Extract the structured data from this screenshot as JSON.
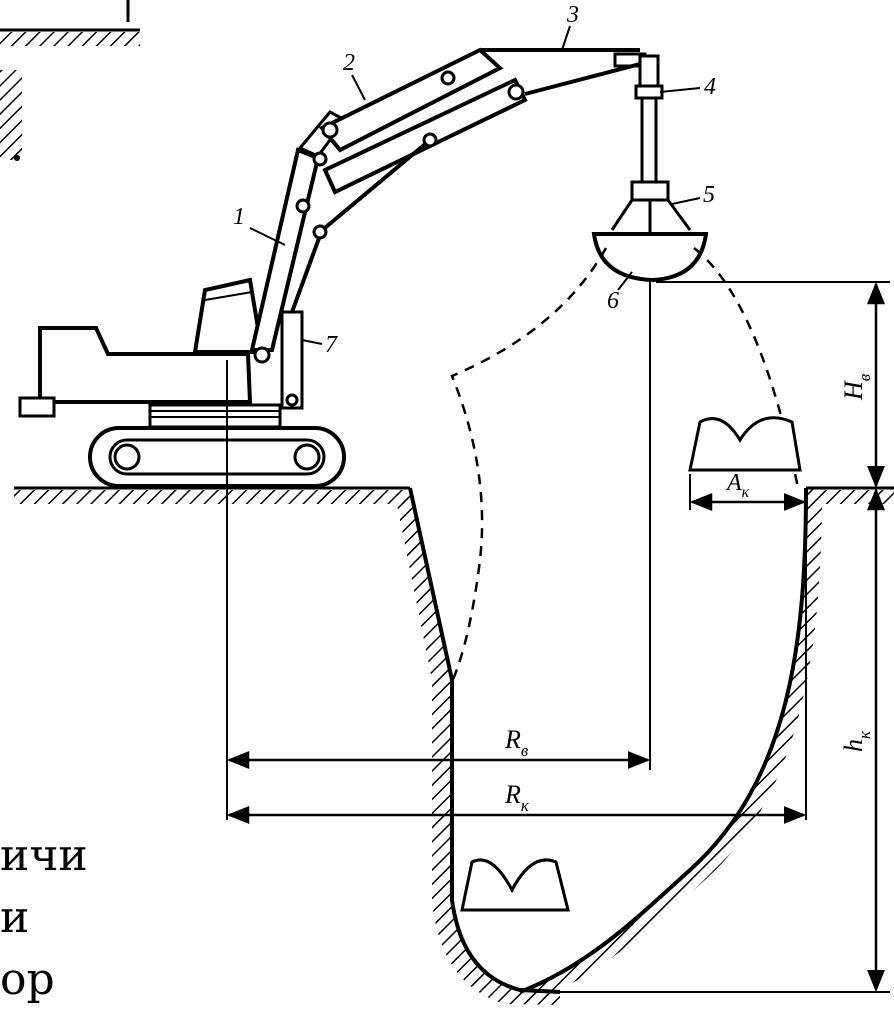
{
  "figure": {
    "callouts": [
      "1",
      "2",
      "3",
      "4",
      "5",
      "6",
      "7"
    ],
    "dimensions": {
      "reach_unload": {
        "main": "R",
        "sub": "в"
      },
      "reach_dig": {
        "main": "R",
        "sub": "к"
      },
      "height_unload": {
        "main": "H",
        "sub": "в"
      },
      "depth_dig": {
        "main": "h",
        "sub": "к"
      },
      "bucket_width": {
        "main": "A",
        "sub": "к"
      }
    }
  },
  "side_text": [
    "ичи",
    "и",
    "ор"
  ]
}
